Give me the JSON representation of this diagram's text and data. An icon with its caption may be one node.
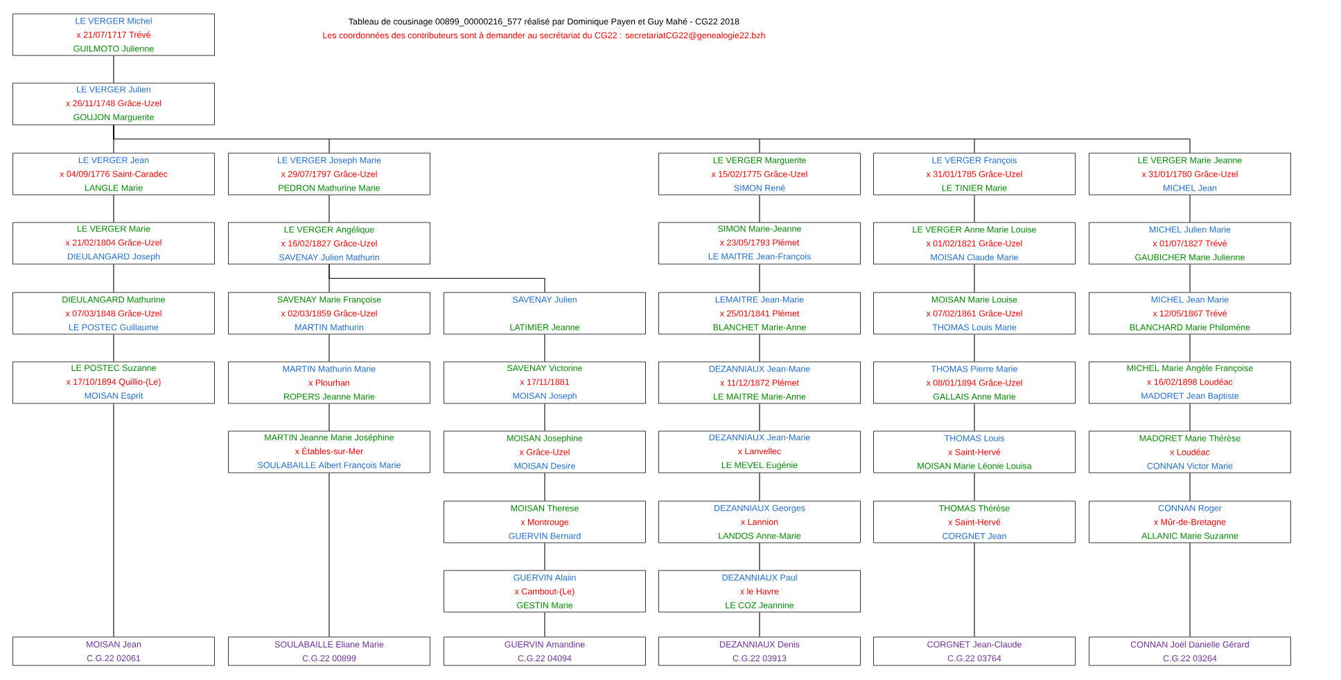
{
  "diagram": {
    "title": "Tableau de cousinage 00899_00000216_577 réalisé par Dominique Payen et Guy Mahé - CG22 2018",
    "nodes": [
      {
        "text": [
          "LE VERGER Michel",
          "x 21/07/1717 Trévé",
          "GUILMOTO Julienne"
        ]
      },
      {
        "text": [
          "LE VERGER Julien",
          "x 26/11/1748 Grâce-Uzel",
          "GOUJON Marguerite"
        ]
      },
      {
        "text": [
          "LE VERGER Jean",
          "x 04/09/1776 Saint-Caradec",
          "LANGLE Marie"
        ]
      },
      {
        "text": [
          "LE VERGER Joseph Marie",
          "x 29/07/1797 Grâce-Uzel",
          "PEDRON Mathurine Marie"
        ]
      },
      {
        "text": [
          "LE VERGER Marguerite",
          "x 15/02/1775 Grâce-Uzel",
          "SIMON René"
        ]
      },
      {
        "text": [
          "LE VERGER François",
          "x 31/01/1785 Grâce-Uzel",
          "LE TINIER Marie"
        ]
      },
      {
        "text": [
          "LE VERGER Marie Jeanne",
          "x 31/01/1780 Grâce-Uzel",
          "MICHEL Jean"
        ]
      },
      {
        "text": [
          "LE VERGER Marie",
          "x 21/02/1804 Grâce-Uzel",
          "DIEULANGARD Joseph"
        ]
      },
      {
        "text": [
          "LE VERGER Angélique",
          "x 16/02/1827 Grâce-Uzel",
          "SAVENAY Julien Mathurin"
        ]
      },
      {
        "text": [
          "SIMON Marie-Jeanne",
          "x 23/05/1793 Plémet",
          "LE MAITRE Jean-François"
        ]
      },
      {
        "text": [
          "LE VERGER Anne Marie Louise",
          "x 01/02/1821 Grâce-Uzel",
          "MOISAN Claude Marie"
        ]
      },
      {
        "text": [
          "MICHEL Julien Marie",
          "x 01/07/1827 Trévé",
          "GAUBICHER Marie Julienne"
        ]
      },
      {
        "text": [
          "DIEULANGARD Mathurine",
          "x 07/03/1848 Grâce-Uzel",
          "LE POSTEC Guillaume"
        ]
      },
      {
        "text": [
          "SAVENAY Marie Françoise",
          "x 02/03/1859 Grâce-Uzel",
          "MARTIN Mathurin"
        ]
      },
      {
        "text": [
          "SAVENAY Julien",
          "LATIMIER Jeanne"
        ]
      },
      {
        "text": [
          "LEMAITRE Jean-Marie",
          "x 25/01/1841 Plémet",
          "BLANCHET Marie-Anne"
        ]
      },
      {
        "text": [
          "MOISAN Marie Louise",
          "x 07/02/1861 Grâce-Uzel",
          "THOMAS Louis Marie"
        ]
      },
      {
        "text": [
          "MICHEL Jean Marie",
          "x 12/05/1867 Trévé",
          "BLANCHARD Marie Philomène"
        ]
      },
      {
        "text": [
          "LE POSTEC Suzanne",
          "x 17/10/1894 Quillio-(Le)",
          "MOISAN Esprit"
        ]
      },
      {
        "text": [
          "MARTIN Mathurin Marie",
          "x Plourhan",
          "ROPERS Jeanne Marie"
        ]
      },
      {
        "text": [
          "SAVENAY Victorine",
          "x 17/11/1881",
          "MOISAN Joseph"
        ]
      },
      {
        "text": [
          "DEZANNIAUX Jean-Marie",
          "x 11/12/1872 Plémet",
          "LE MAITRE Marie-Anne"
        ]
      },
      {
        "text": [
          "THOMAS Pierre Marie",
          "x 08/01/1894 Grâce-Uzel",
          "GALLAIS Anne Marie"
        ]
      },
      {
        "text": [
          "MICHEL Marie Angèle Françoise",
          "x 16/02/1898 Loudéac",
          "MADORET Jean Baptiste"
        ]
      },
      {
        "text": [
          "MARTIN Jeanne Marie Joséphine",
          "x Étables-sur-Mer",
          "SOULABAILLE Albert François Marie"
        ]
      },
      {
        "text": [
          "MOISAN Josephine",
          "x Grâce-Uzel",
          "MOISAN Desire"
        ]
      },
      {
        "text": [
          "DEZANNIAUX Jean-Marie",
          "x Lanvellec",
          "LE MEVEL Eugénie"
        ]
      },
      {
        "text": [
          "THOMAS Louis",
          "x Saint-Hervé",
          "MOISAN Marie Léonie Louisa"
        ]
      },
      {
        "text": [
          "MADORET Marie Thérèse",
          "x Loudéac",
          "CONNAN Victor Marie"
        ]
      },
      {
        "text": [
          "MOISAN Therese",
          "x Montrouge",
          "GUERVIN Bernard"
        ]
      },
      {
        "text": [
          "DEZANNIAUX Georges",
          "x Lannion",
          "LANDOS Anne-Marie"
        ]
      },
      {
        "text": [
          "THOMAS Thérèse",
          "x Saint-Hervé",
          "CORGNET Jean"
        ]
      },
      {
        "text": [
          "CONNAN Roger",
          "x Mûr-de-Bretagne",
          "ALLANIC Marie Suzanne"
        ]
      },
      {
        "text": [
          "GUERVIN Alaiin",
          "x Cambout-(Le)",
          "GESTIN Marie"
        ]
      },
      {
        "text": [
          "DEZANNIAUX Paul",
          "x le Havre",
          "LE COZ Jeannine"
        ]
      },
      {
        "text": [
          "MOISAN Jean",
          "C.G.22 02061"
        ]
      },
      {
        "text": [
          "SOULABAILLE Eliane Marie",
          "C.G.22 00899"
        ]
      },
      {
        "text": [
          "GUERVIN Amandine",
          "C.G.22 04094"
        ]
      },
      {
        "text": [
          "DEZANNIAUX Denis",
          "C.G.22 03913"
        ]
      },
      {
        "text": [
          "CORGNET Jean-Claude",
          "C.G.22 03764"
        ]
      },
      {
        "text": [
          "CONNAN Joël Danielle Gérard",
          "C.G.22 03264"
        ]
      }
    ],
    "edges": [
      {
        "from": 0,
        "to": 1,
        "arrow": "none"
      },
      {
        "from": 1,
        "to": 2,
        "arrow": "none"
      },
      {
        "from": 1,
        "to": 3,
        "arrow": "none"
      },
      {
        "from": 1,
        "to": 4,
        "arrow": "none"
      },
      {
        "from": 1,
        "to": 5,
        "arrow": "none"
      },
      {
        "from": 1,
        "to": 6,
        "arrow": "none"
      },
      {
        "from": 2,
        "to": 7,
        "arrow": "none"
      },
      {
        "from": 7,
        "to": 12,
        "arrow": "none"
      },
      {
        "from": 12,
        "to": 18,
        "arrow": "none"
      },
      {
        "from": 18,
        "to": 35,
        "arrow": "none"
      },
      {
        "from": 3,
        "to": 8,
        "arrow": "none"
      },
      {
        "from": 8,
        "to": 13,
        "arrow": "none"
      },
      {
        "from": 8,
        "to": 14,
        "arrow": "none"
      },
      {
        "from": 13,
        "to": 19,
        "arrow": "none"
      },
      {
        "from": 19,
        "to": 24,
        "arrow": "none"
      },
      {
        "from": 24,
        "to": 36,
        "arrow": "none"
      },
      {
        "from": 14,
        "to": 20,
        "arrow": "none"
      },
      {
        "from": 20,
        "to": 25,
        "arrow": "none"
      },
      {
        "from": 25,
        "to": 29,
        "arrow": "none"
      },
      {
        "from": 29,
        "to": 33,
        "arrow": "none"
      },
      {
        "from": 33,
        "to": 37,
        "arrow": "none"
      },
      {
        "from": 4,
        "to": 9,
        "arrow": "none"
      },
      {
        "from": 9,
        "to": 15,
        "arrow": "none"
      },
      {
        "from": 15,
        "to": 21,
        "arrow": "none"
      },
      {
        "from": 21,
        "to": 26,
        "arrow": "none"
      },
      {
        "from": 26,
        "to": 30,
        "arrow": "none"
      },
      {
        "from": 30,
        "to": 34,
        "arrow": "none"
      },
      {
        "from": 34,
        "to": 38,
        "arrow": "none"
      },
      {
        "from": 5,
        "to": 10,
        "arrow": "none"
      },
      {
        "from": 10,
        "to": 16,
        "arrow": "none"
      },
      {
        "from": 16,
        "to": 22,
        "arrow": "none"
      },
      {
        "from": 22,
        "to": 27,
        "arrow": "none"
      },
      {
        "from": 27,
        "to": 31,
        "arrow": "none"
      },
      {
        "from": 31,
        "to": 39,
        "arrow": "none"
      },
      {
        "from": 6,
        "to": 11,
        "arrow": "none"
      },
      {
        "from": 11,
        "to": 17,
        "arrow": "none"
      },
      {
        "from": 17,
        "to": 23,
        "arrow": "none"
      },
      {
        "from": 23,
        "to": 28,
        "arrow": "none"
      },
      {
        "from": 28,
        "to": 32,
        "arrow": "none"
      },
      {
        "from": 32,
        "to": 40,
        "arrow": "none"
      }
    ],
    "labels": [
      "Les coordonnées des contributeurs sont à demander au secrétariat du CG22 : secretariatCG22@genealogie22.bzh"
    ]
  }
}
